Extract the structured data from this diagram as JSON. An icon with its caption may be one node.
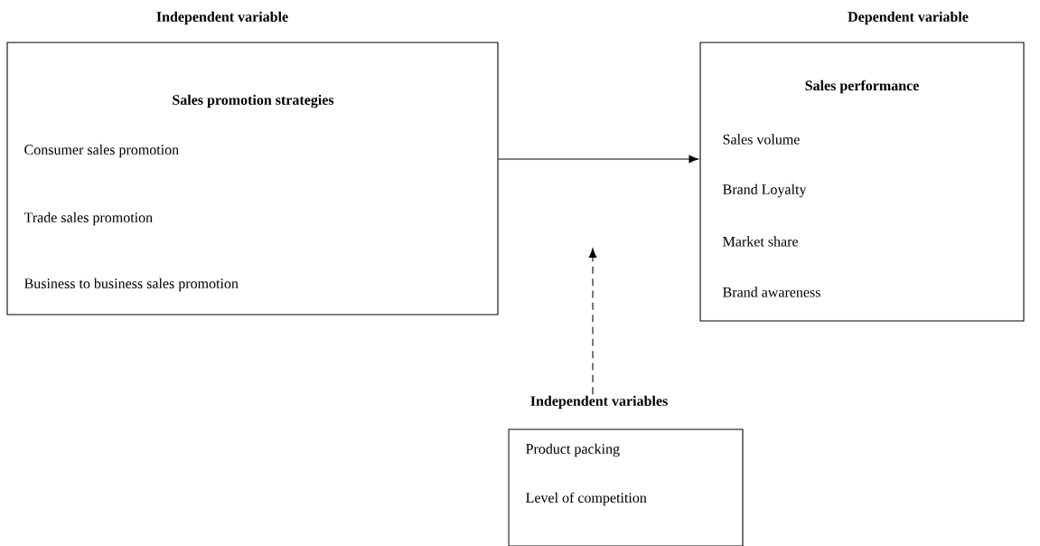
{
  "diagram": {
    "nodes": [
      {
        "text": [
          "Independent variable",
          "Sales promotion strategies",
          "Consumer sales promotion",
          "Trade sales promotion",
          "Business to business sales promotion"
        ]
      },
      {
        "text": [
          "Dependent variable",
          "Sales performance",
          "Sales volume",
          "Brand Loyalty",
          "Market share",
          "Brand awareness"
        ]
      },
      {
        "text": [
          "Independent variables",
          "Product packing",
          "Level of competition"
        ]
      }
    ],
    "edges": [
      {
        "from": 0,
        "to": 1,
        "arrow": "to"
      },
      {
        "from": 2,
        "to": null,
        "arrow": "to",
        "style": "dashed"
      }
    ]
  }
}
